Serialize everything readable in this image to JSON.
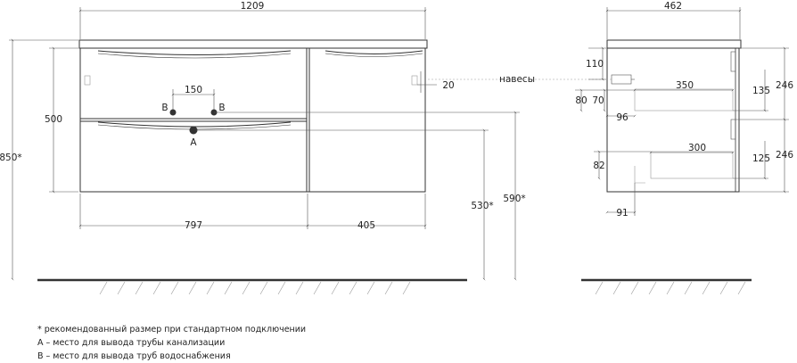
{
  "front_view": {
    "width_total": "1209",
    "height_total": "850*",
    "height_body": "500",
    "width_left": "797",
    "width_right": "405",
    "pipe_spacing": "150",
    "label_b_left": "B",
    "label_b_right": "B",
    "label_a": "A",
    "offset_20": "20",
    "height_530": "530*",
    "height_590": "590*"
  },
  "side_view": {
    "depth_total": "462",
    "hinges_label": "навесы",
    "dim_110": "110",
    "dim_350": "350",
    "dim_80": "80",
    "dim_70": "70",
    "dim_96": "96",
    "dim_135": "135",
    "dim_246_top": "246",
    "dim_300": "300",
    "dim_82": "82",
    "dim_125": "125",
    "dim_246_bottom": "246",
    "dim_91": "91"
  },
  "notes": [
    "* рекомендованный размер при стандартном подключении",
    "A – место для вывода трубы канализации",
    "B – место для вывода труб водоснабжения"
  ]
}
